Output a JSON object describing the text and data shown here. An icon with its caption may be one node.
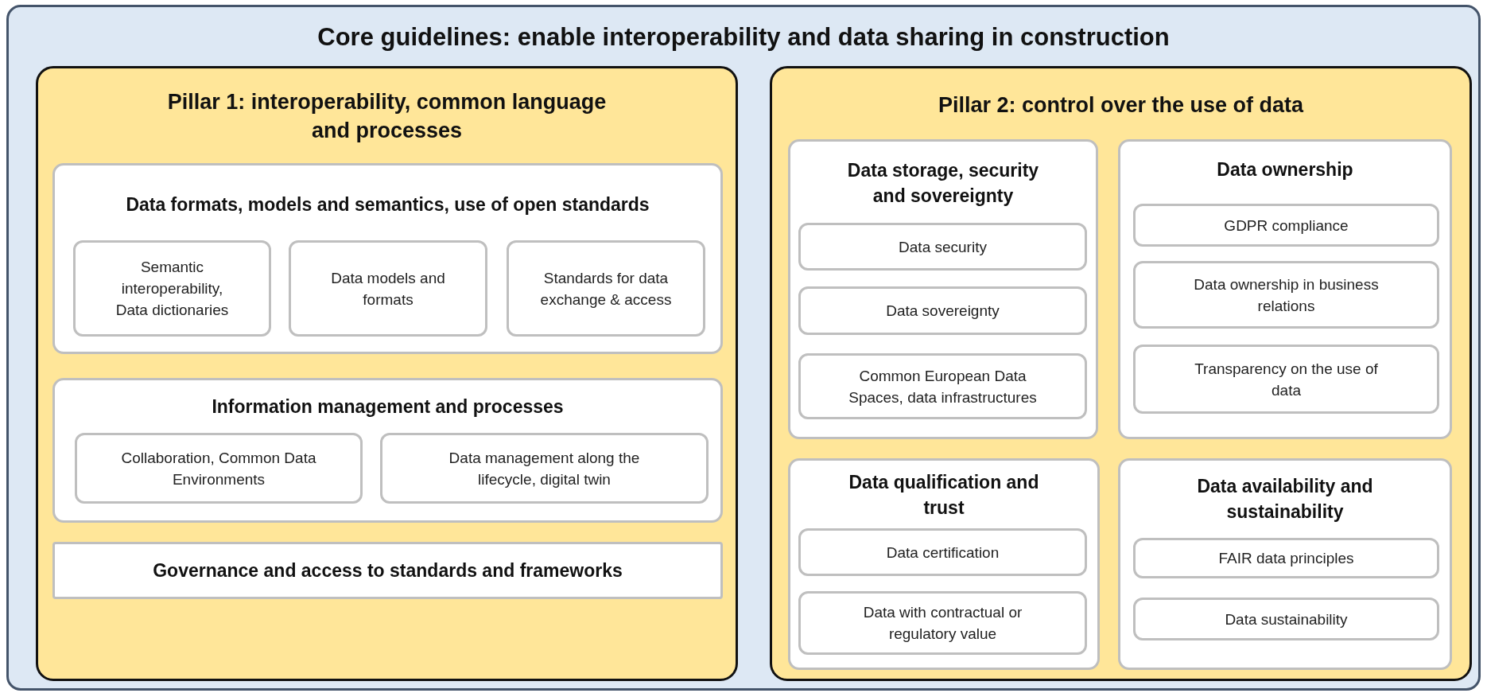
{
  "diagram": {
    "nodes": [
      {
        "text": [
          "Core guidelines: enable interoperability and data sharing in construction"
        ]
      },
      {
        "text": [
          "Pillar 1: interoperability, common language and processes"
        ],
        "in": 0
      },
      {
        "text": [
          "Data formats, models and semantics, use of open standards"
        ],
        "in": 1
      },
      {
        "text": [
          "Semantic interoperability, Data dictionaries"
        ],
        "in": 2
      },
      {
        "text": [
          "Data models and formats"
        ],
        "in": 2
      },
      {
        "text": [
          "Standards for data exchange & access"
        ],
        "in": 2
      },
      {
        "text": [
          "Information management and processes"
        ],
        "in": 1
      },
      {
        "text": [
          "Collaboration, Common Data Environments"
        ],
        "in": 6
      },
      {
        "text": [
          "Data management along the lifecycle, digital twin"
        ],
        "in": 6
      },
      {
        "text": [
          "Governance and access to standards and frameworks"
        ],
        "in": 1
      },
      {
        "text": [
          "Pillar 2: control over the use of data"
        ],
        "in": 0
      },
      {
        "text": [
          "Data storage, security and sovereignty"
        ],
        "in": 10
      },
      {
        "text": [
          "Data security"
        ],
        "in": 11
      },
      {
        "text": [
          "Data sovereignty"
        ],
        "in": 11
      },
      {
        "text": [
          "Common European Data Spaces, data infrastructures"
        ],
        "in": 11
      },
      {
        "text": [
          "Data ownership"
        ],
        "in": 10
      },
      {
        "text": [
          "GDPR compliance"
        ],
        "in": 15
      },
      {
        "text": [
          "Data ownership in business relations"
        ],
        "in": 15
      },
      {
        "text": [
          "Transparency on the use of data"
        ],
        "in": 15
      },
      {
        "text": [
          "Data qualification and trust"
        ],
        "in": 10
      },
      {
        "text": [
          "Data certification"
        ],
        "in": 19
      },
      {
        "text": [
          "Data with contractual or regulatory value"
        ],
        "in": 19
      },
      {
        "text": [
          "Data availability and sustainability"
        ],
        "in": 10
      },
      {
        "text": [
          "FAIR data principles"
        ],
        "in": 22
      },
      {
        "text": [
          "Data sustainability"
        ],
        "in": 22
      }
    ]
  }
}
